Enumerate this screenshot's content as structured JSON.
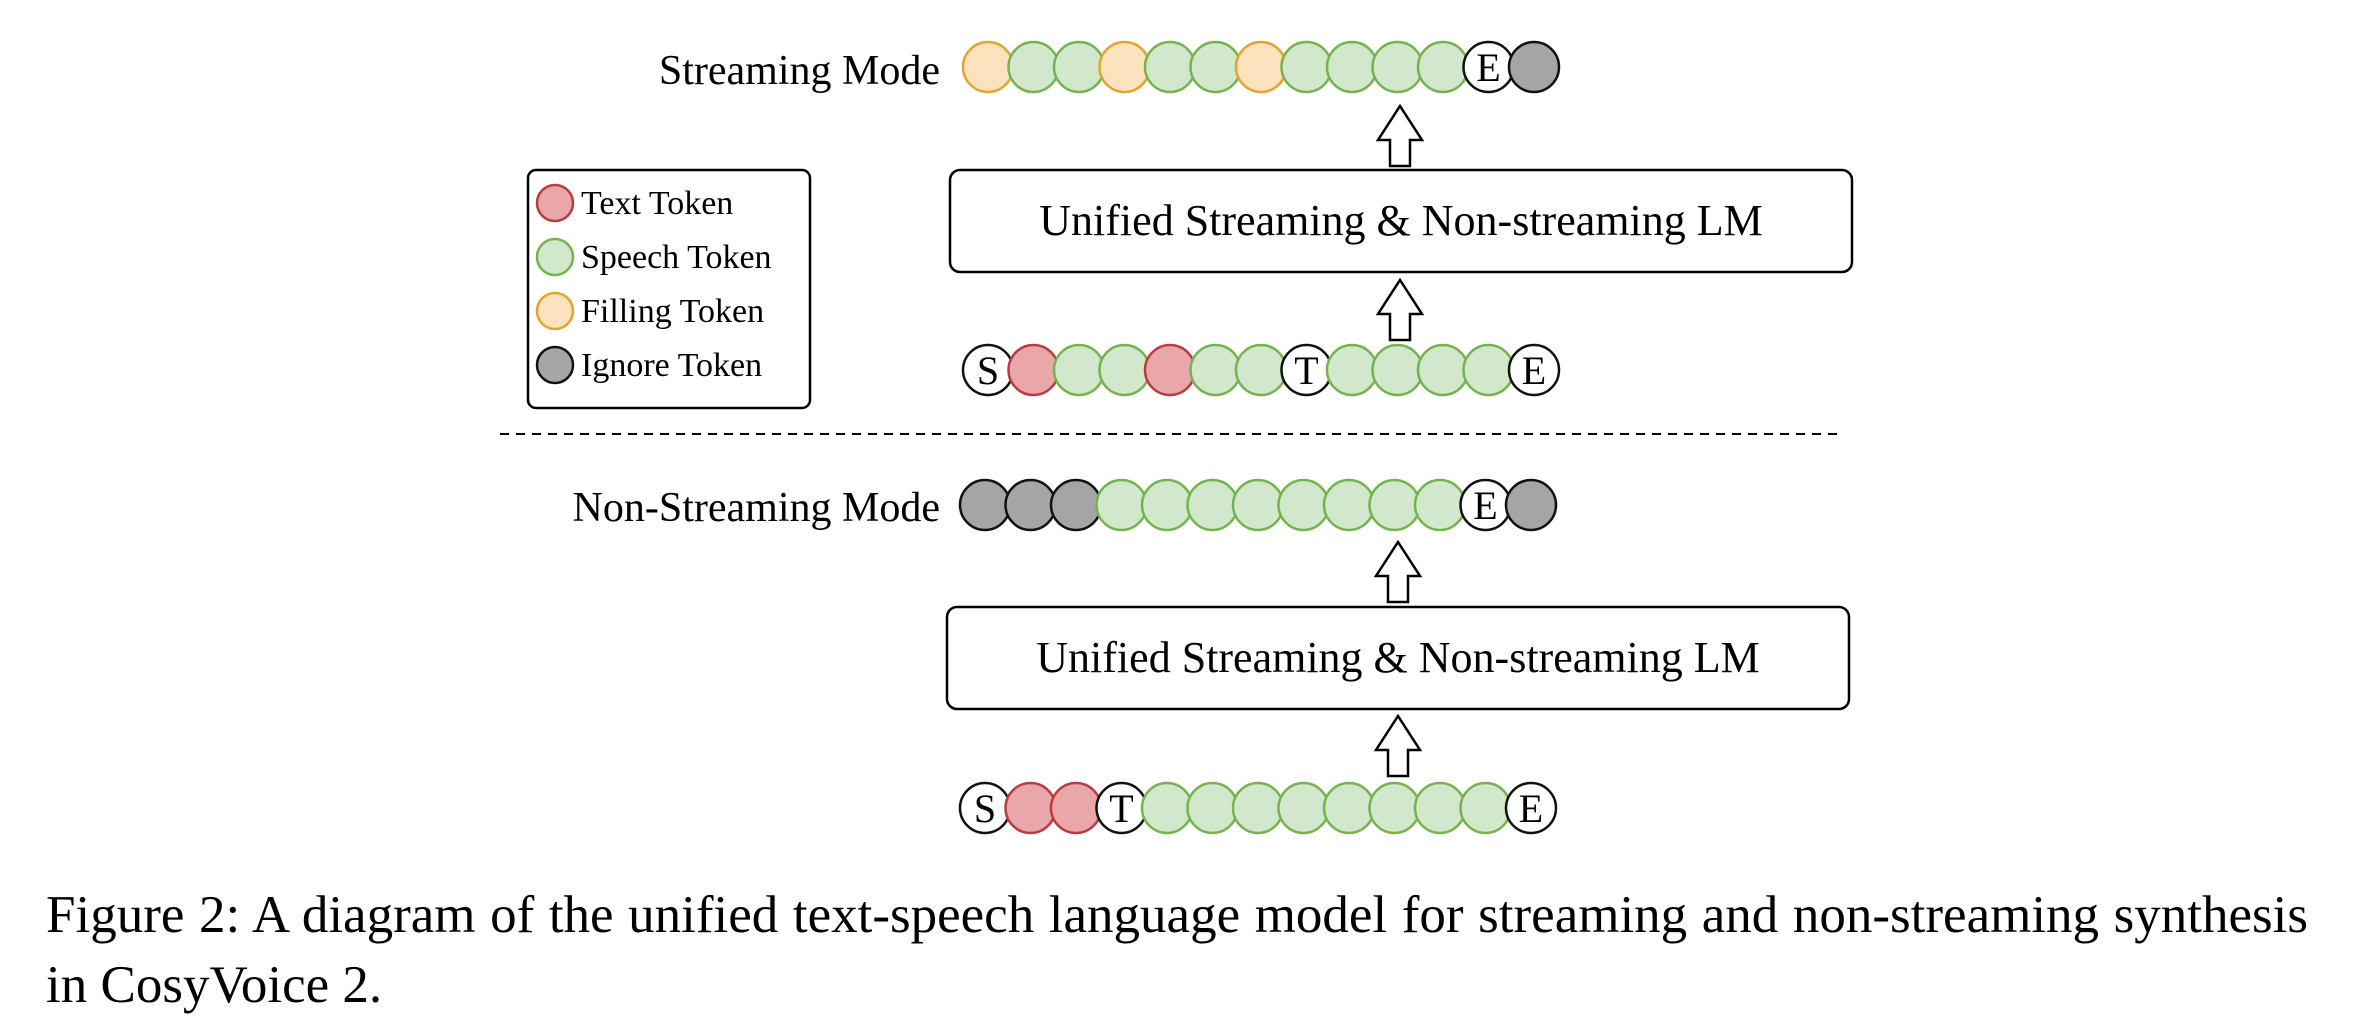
{
  "colors": {
    "text": "#e9a7a9",
    "text_stroke": "#b83c40",
    "speech": "#d2e8cc",
    "speech_stroke": "#75b34e",
    "filling": "#fce2bd",
    "filling_stroke": "#e3a42f",
    "ignore": "#a5a5a5",
    "ignore_stroke": "#111111",
    "special": "#ffffff",
    "special_stroke": "#111111"
  },
  "legend": {
    "items": [
      {
        "type": "text",
        "label": "Text Token"
      },
      {
        "type": "speech",
        "label": "Speech Token"
      },
      {
        "type": "filling",
        "label": "Filling Token"
      },
      {
        "type": "ignore",
        "label": "Ignore Token"
      }
    ]
  },
  "streaming": {
    "label": "Streaming Mode",
    "model_label": "Unified Streaming & Non-streaming LM",
    "output_tokens": [
      {
        "type": "filling"
      },
      {
        "type": "speech"
      },
      {
        "type": "speech"
      },
      {
        "type": "filling"
      },
      {
        "type": "speech"
      },
      {
        "type": "speech"
      },
      {
        "type": "filling"
      },
      {
        "type": "speech"
      },
      {
        "type": "speech"
      },
      {
        "type": "speech"
      },
      {
        "type": "speech"
      },
      {
        "type": "special",
        "letter": "E"
      },
      {
        "type": "ignore"
      }
    ],
    "input_tokens": [
      {
        "type": "special",
        "letter": "S"
      },
      {
        "type": "text"
      },
      {
        "type": "speech"
      },
      {
        "type": "speech"
      },
      {
        "type": "text"
      },
      {
        "type": "speech"
      },
      {
        "type": "speech"
      },
      {
        "type": "special",
        "letter": "T"
      },
      {
        "type": "speech"
      },
      {
        "type": "speech"
      },
      {
        "type": "speech"
      },
      {
        "type": "speech"
      },
      {
        "type": "special",
        "letter": "E"
      }
    ]
  },
  "non_streaming": {
    "label": "Non-Streaming Mode",
    "model_label": "Unified Streaming & Non-streaming LM",
    "output_tokens": [
      {
        "type": "ignore"
      },
      {
        "type": "ignore"
      },
      {
        "type": "ignore"
      },
      {
        "type": "speech"
      },
      {
        "type": "speech"
      },
      {
        "type": "speech"
      },
      {
        "type": "speech"
      },
      {
        "type": "speech"
      },
      {
        "type": "speech"
      },
      {
        "type": "speech"
      },
      {
        "type": "speech"
      },
      {
        "type": "special",
        "letter": "E"
      },
      {
        "type": "ignore"
      }
    ],
    "input_tokens": [
      {
        "type": "special",
        "letter": "S"
      },
      {
        "type": "text"
      },
      {
        "type": "text"
      },
      {
        "type": "special",
        "letter": "T"
      },
      {
        "type": "speech"
      },
      {
        "type": "speech"
      },
      {
        "type": "speech"
      },
      {
        "type": "speech"
      },
      {
        "type": "speech"
      },
      {
        "type": "speech"
      },
      {
        "type": "speech"
      },
      {
        "type": "speech"
      },
      {
        "type": "special",
        "letter": "E"
      }
    ]
  },
  "caption": "Figure 2:  A diagram of the unified text-speech language model for streaming and non-streaming synthesis in CosyVoice 2."
}
